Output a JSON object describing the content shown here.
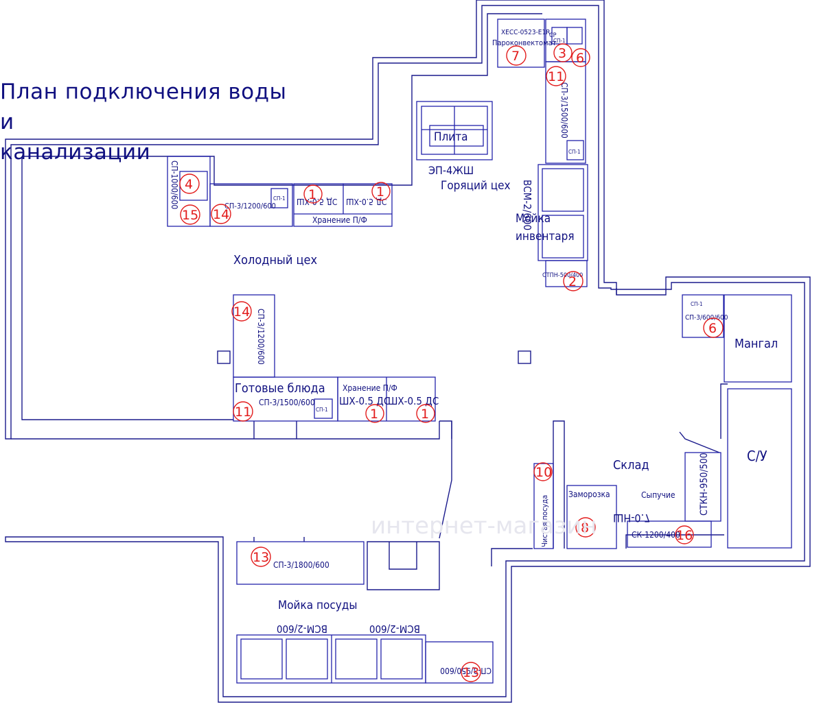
{
  "title": {
    "line1": "План подключения воды и",
    "line2": "канализации"
  },
  "rooms": {
    "cold_shop": "Холодный цех",
    "hot_shop": "Горяций цех",
    "ready_dishes": "Готовые блюда",
    "dish_washing": "Мойка посуды",
    "warehouse": "Склад",
    "grill": "Мангал",
    "wc": "С/У",
    "inventory_wash_1": "Мойка",
    "inventory_wash_2": "инвентаря",
    "storage_pf_1": "Хранение П/Ф",
    "storage_pf_2": "Хранение П/Ф",
    "freezer": "Заморозка",
    "bulk": "Сыпучие",
    "washed_dishes": "Чистая посуда"
  },
  "equipment": {
    "stove": "Плита",
    "ep4zhsh": "ЭП-4ЖШ",
    "xeco": "XECC-0523-E1R",
    "steamer": "Пароконвектомат",
    "sp3_1500_hot": "СП-3/1500/600",
    "vsm2_600_hot": "ВСМ-2/600",
    "stpn": "СТПН-500/400",
    "sp3_600": "СП-3/600/600",
    "sp1_1000": "СП-1000/600",
    "sp3_1200_top": "СП-3/1200/600",
    "shx_a": "ШХ-0.5 ДС",
    "shx_b": "ШХ-0.5 ДС",
    "sp3_1200_mid": "СП-3/1200/600",
    "sp3_1500_mid": "СП-3/1500/600",
    "shx_c": "ШХ-0.5 ДС",
    "shx_d": "ШХ-0.5 ДС",
    "sp3_1800": "СП-3/1800/600",
    "vsm_a": "ВСМ-2/600",
    "vsm_b": "ВСМ-2/600",
    "sp3_950": "СП-3/950/600",
    "shn": "ШН-0.7",
    "stkn": "СТКН-950/500",
    "sk1200": "СК-1200/400",
    "sr": "СР",
    "sp1": "СП-1",
    "sp1b": "СП-1",
    "sp1c": "СП-1",
    "sp1d": "СП-1",
    "sp1e": "СП-1"
  },
  "markers": [
    "1",
    "1",
    "1",
    "1",
    "2",
    "3",
    "4",
    "6",
    "6",
    "7",
    "8",
    "10",
    "11",
    "11",
    "13",
    "13",
    "14",
    "14",
    "15",
    "16"
  ],
  "watermark": "интернет-магазин",
  "colors": {
    "line": "#1a1a8c",
    "equipment": "#2222aa",
    "marker": "#e21b1b"
  }
}
